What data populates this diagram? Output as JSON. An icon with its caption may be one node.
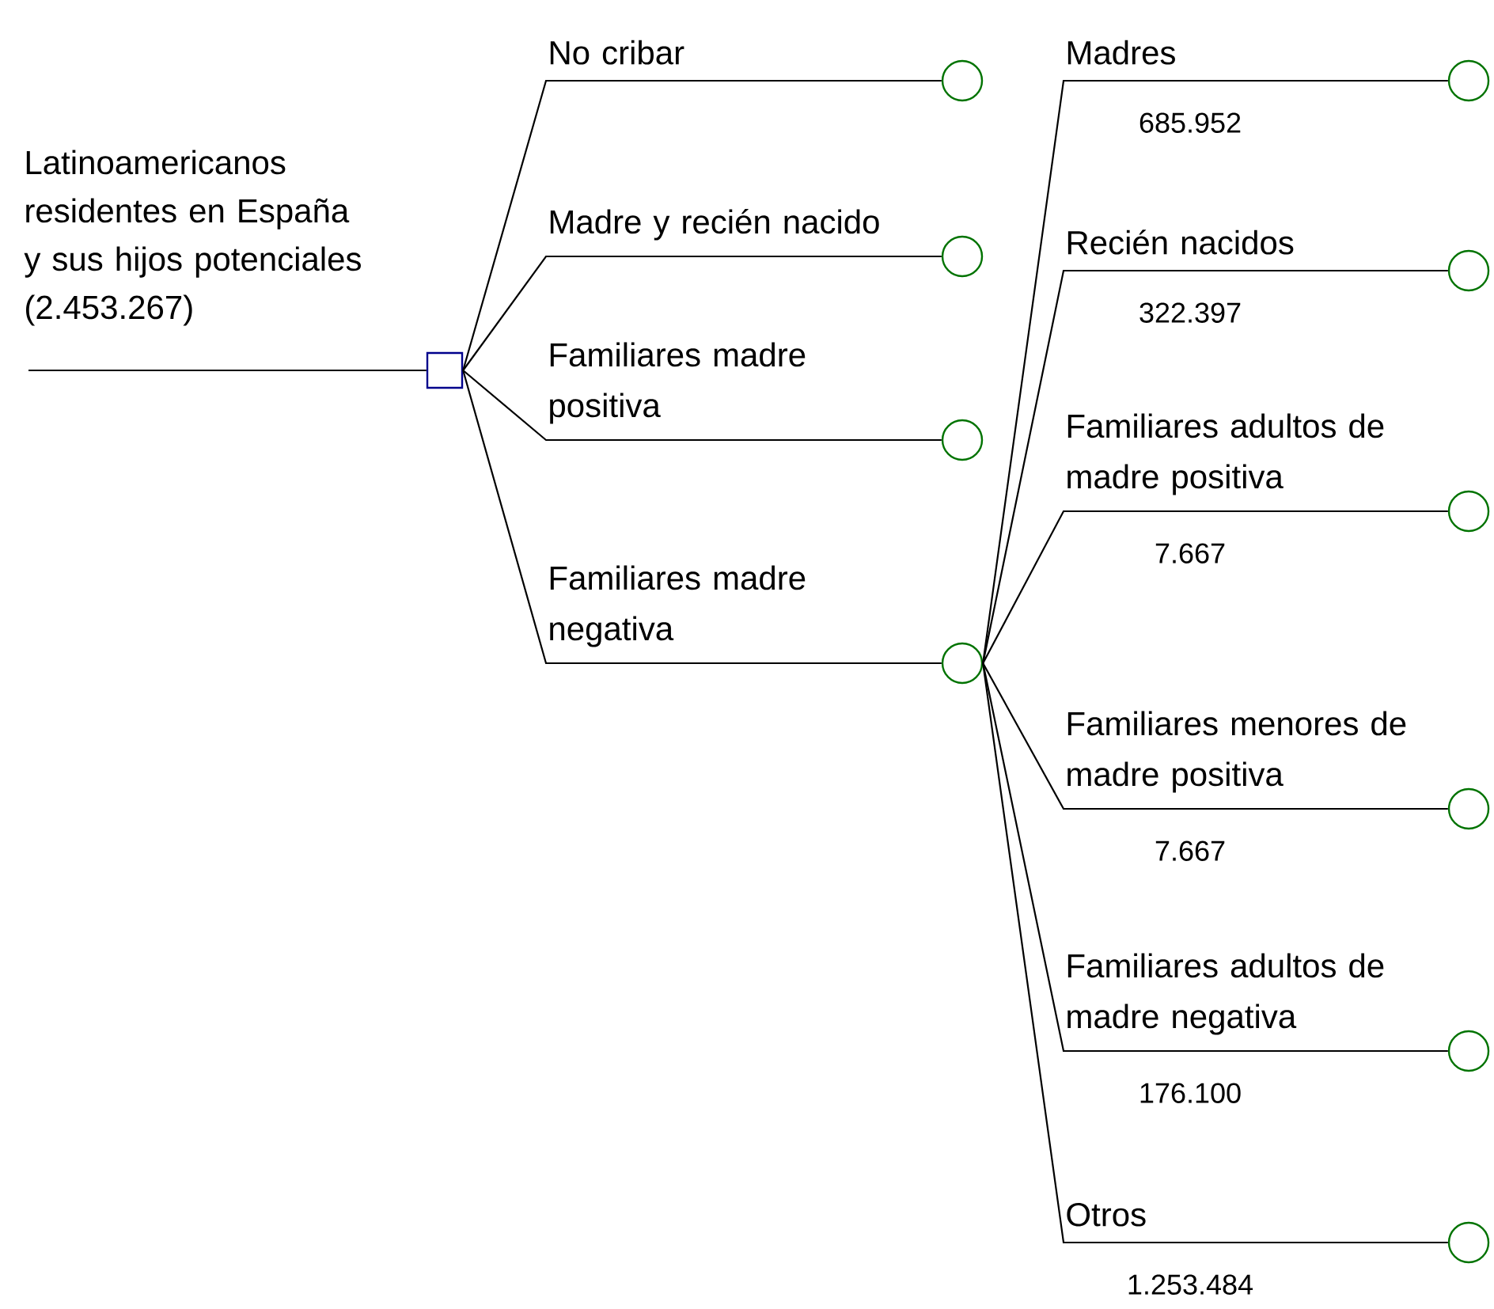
{
  "diagram": {
    "nodes": [
      {
        "text": [],
        "shape": "box",
        "beside": [
          "Latinoamericanos residentes en España y sus hijos potenciales (2.453.267)"
        ]
      },
      {
        "text": [],
        "shape": "circle"
      },
      {
        "text": [],
        "shape": "circle"
      },
      {
        "text": [],
        "shape": "circle"
      },
      {
        "text": [],
        "shape": "circle"
      },
      {
        "text": [],
        "shape": "circle"
      },
      {
        "text": [],
        "shape": "circle"
      },
      {
        "text": [],
        "shape": "circle"
      },
      {
        "text": [],
        "shape": "circle"
      },
      {
        "text": [],
        "shape": "circle"
      },
      {
        "text": [],
        "shape": "circle"
      }
    ],
    "edges": [
      {
        "from": null,
        "to": 0,
        "arrow": "none"
      },
      {
        "from": 0,
        "to": 1,
        "arrow": "none",
        "label": "No cribar"
      },
      {
        "from": 0,
        "to": 2,
        "arrow": "none",
        "label": "Madre y recién nacido"
      },
      {
        "from": 0,
        "to": 3,
        "arrow": "none",
        "label": "Familiares madre positiva"
      },
      {
        "from": 0,
        "to": 4,
        "arrow": "none",
        "label": "Familiares madre negativa"
      },
      {
        "from": 4,
        "to": 5,
        "arrow": "none",
        "label": "Madres"
      },
      {
        "from": 4,
        "to": 6,
        "arrow": "none",
        "label": "Recién nacidos"
      },
      {
        "from": 4,
        "to": 7,
        "arrow": "none",
        "label": "Familiares adultos de madre positiva"
      },
      {
        "from": 4,
        "to": 8,
        "arrow": "none",
        "label": "Familiares menores de madre positiva"
      },
      {
        "from": 4,
        "to": 9,
        "arrow": "none",
        "label": "Familiares adultos de madre negativa"
      },
      {
        "from": 4,
        "to": 10,
        "arrow": "none",
        "label": "Otros"
      }
    ],
    "labels": [
      "685.952",
      "322.397",
      "7.667",
      "7.667",
      "176.100",
      "1.253.484"
    ]
  }
}
